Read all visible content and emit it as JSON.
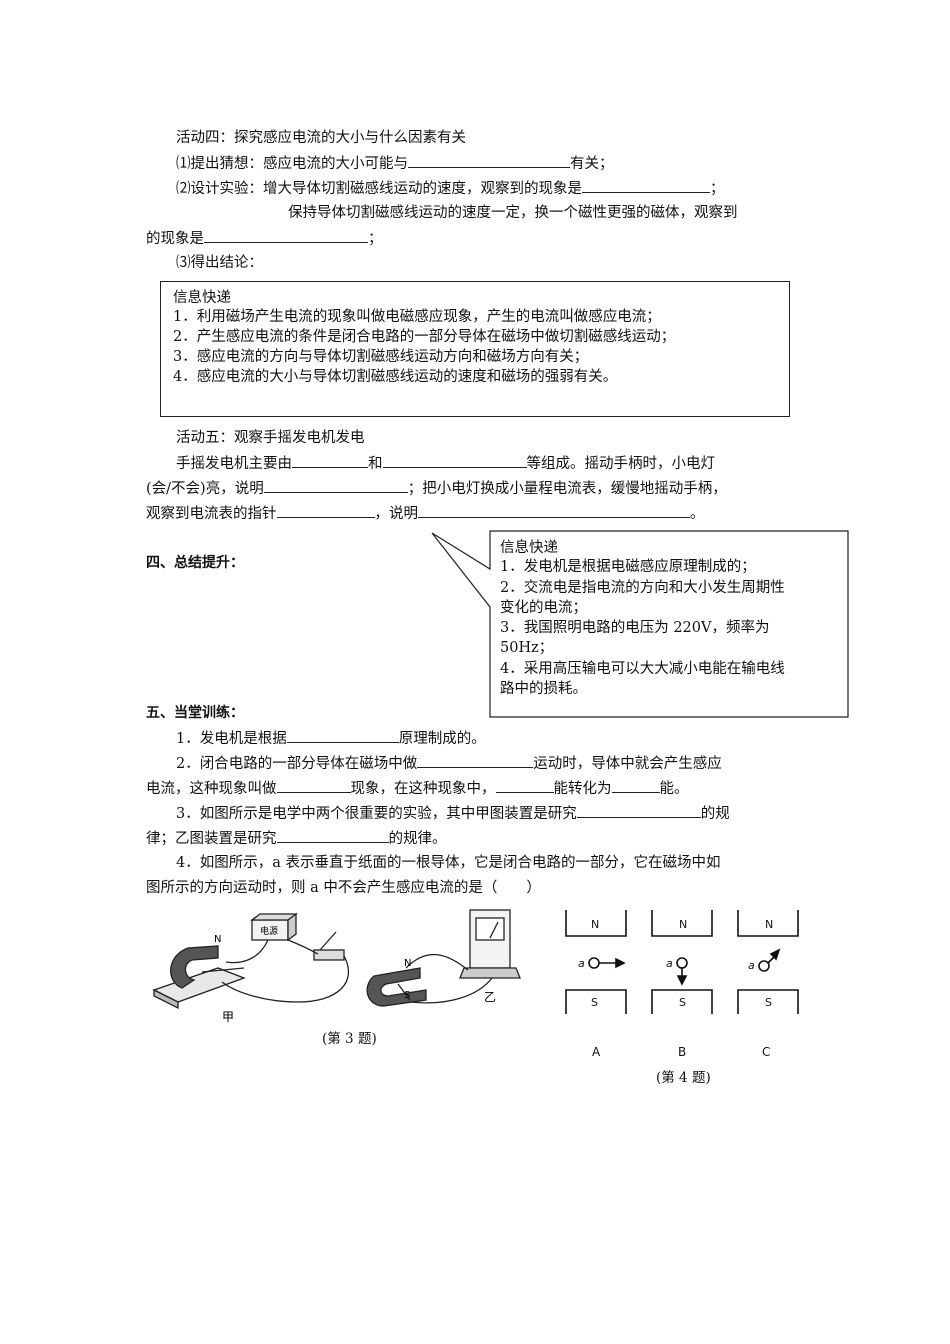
{
  "activity4": {
    "title": "活动四：探究感应电流的大小与什么因素有关",
    "q1_pre": "⑴提出猜想：感应电流的大小可能与",
    "q1_post": "有关；",
    "q2_pre": "⑵设计实验：增大导体切割磁感线运动的速度，观察到的现象是",
    "q2_post": "；",
    "q2b": "保持导体切割磁感线运动的速度一定，换一个磁性更强的磁体，观察到",
    "q2c_pre": "的现象是",
    "q2c_post": "；",
    "q3": "⑶得出结论："
  },
  "info1": {
    "title": "信息快递",
    "items": [
      "1．利用磁场产生电流的现象叫做电磁感应现象，产生的电流叫做感应电流；",
      "2．产生感应电流的条件是闭合电路的一部分导体在磁场中做切割磁感线运动；",
      "3．感应电流的方向与导体切割磁感线运动方向和磁场方向有关；",
      "4．感应电流的大小与导体切割磁感线运动的速度和磁场的强弱有关。"
    ]
  },
  "activity5": {
    "title": "活动五：观察手摇发电机发电",
    "l1_a": "手摇发电机主要由",
    "l1_b": "和",
    "l1_c": "等组成。摇动手柄时，小电灯",
    "l2_a": "(会/不会)亮，说明",
    "l2_b": "；把小电灯换成小量程电流表，缓慢地摇动手柄，",
    "l3_a": "观察到电流表的指针",
    "l3_b": "，说明",
    "l3_c": "。"
  },
  "section4": {
    "title": "四、总结提升："
  },
  "info2": {
    "title": "信息快递",
    "lines": [
      "1．发电机是根据电磁感应原理制成的；",
      "2．交流电是指电流的方向和大小发生周期性",
      "变化的电流；",
      "3．我国照明电路的电压为 220V，频率为",
      "50Hz；",
      "4．采用高压输电可以大大减小电能在输电线",
      "路中的损耗。"
    ]
  },
  "section5": {
    "title": "五、当堂训练：",
    "p1_a": "1．发电机是根据",
    "p1_b": "原理制成的。",
    "p2_a": "2．闭合电路的一部分导体在磁场中做",
    "p2_b": "运动时，导体中就会产生感应",
    "p2_c": "电流，这种现象叫做",
    "p2_d": "现象，在这种现象中，",
    "p2_e": "能转化为",
    "p2_f": "能。",
    "p3_a": "3．如图所示是电学中两个很重要的实验，其中甲图装置是研究",
    "p3_b": "的规",
    "p3_c": "律；乙图装置是研究",
    "p3_d": "的规律。",
    "p4_a": "4．如图所示，a 表示垂直于纸面的一根导体，它是闭合电路的一部分，它在磁场中如",
    "p4_b": "图所示的方向运动时，则 a 中不会产生感应电流的是（　　）"
  },
  "figures": {
    "fig3_caption": "(第 3 题)",
    "fig3_label_jia": "甲",
    "fig3_label_yi": "乙",
    "fig3_power": "电源",
    "fig3_n": "N",
    "fig3_s": "S",
    "fig4_caption": "(第 4 题)",
    "fig4_n": "N",
    "fig4_s": "S",
    "fig4_a": "a",
    "fig4_options": [
      "A",
      "B",
      "C"
    ]
  }
}
